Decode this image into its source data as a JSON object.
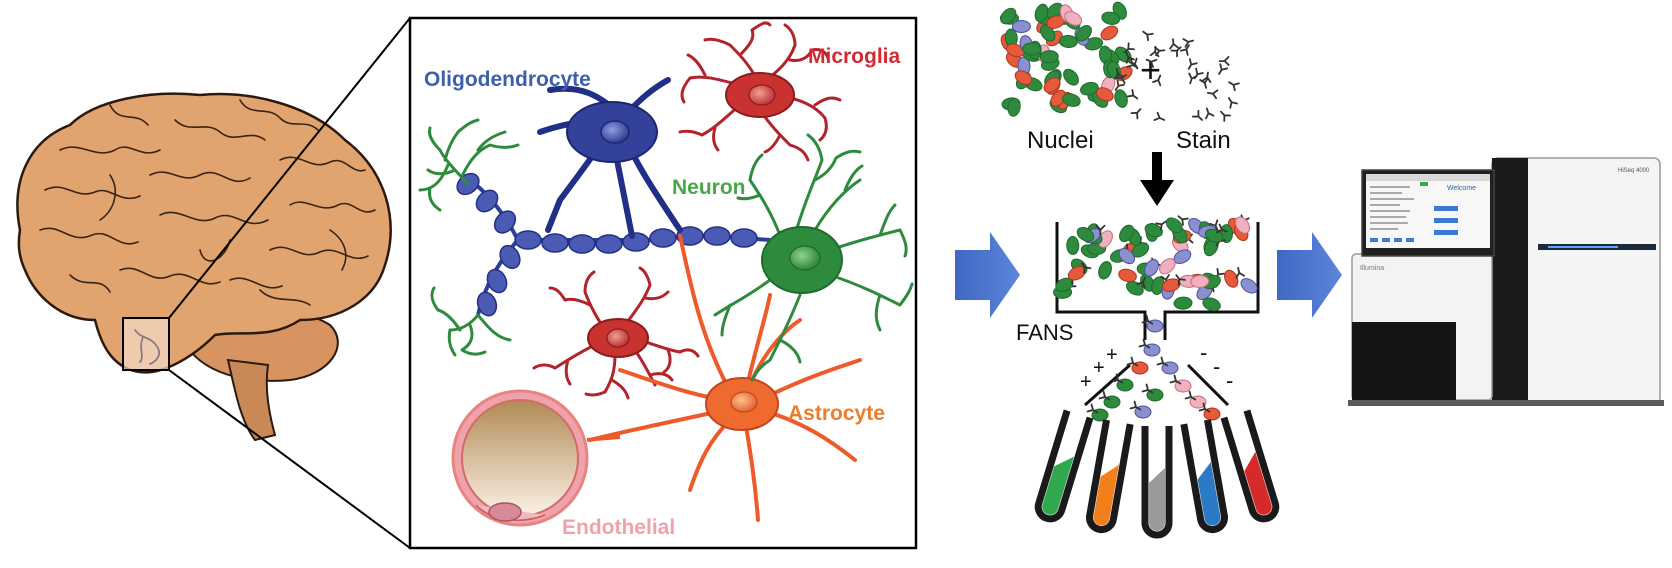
{
  "cell_labels": {
    "oligodendrocyte": "Oligodendrocyte",
    "microglia": "Microglia",
    "neuron": "Neuron",
    "astrocyte": "Astrocyte",
    "endothelial": "Endothelial"
  },
  "process_labels": {
    "nuclei": "Nuclei",
    "plus": "+",
    "stain": "Stain",
    "fans": "FANS",
    "pos_sign": "+",
    "neg_sign": "-"
  },
  "sequencer": {
    "brand": "Illumina",
    "model": "HiSeq 4000",
    "screen_title": "Welcome"
  },
  "colors": {
    "oligodendrocyte": "#3e57a6",
    "microglia": "#d42a30",
    "neuron": "#2e9a3f",
    "astrocyte": "#ee7d2a",
    "endothelial": "#f0a2ac",
    "arrow": "#4a74c9",
    "brain": "#e2a46f"
  },
  "tubes": [
    {
      "name": "green",
      "color": "#2fa84f"
    },
    {
      "name": "orange",
      "color": "#f07f1c"
    },
    {
      "name": "gray",
      "color": "#9a9a9a"
    },
    {
      "name": "blue",
      "color": "#2c79c6"
    },
    {
      "name": "red",
      "color": "#d62a2a"
    }
  ]
}
